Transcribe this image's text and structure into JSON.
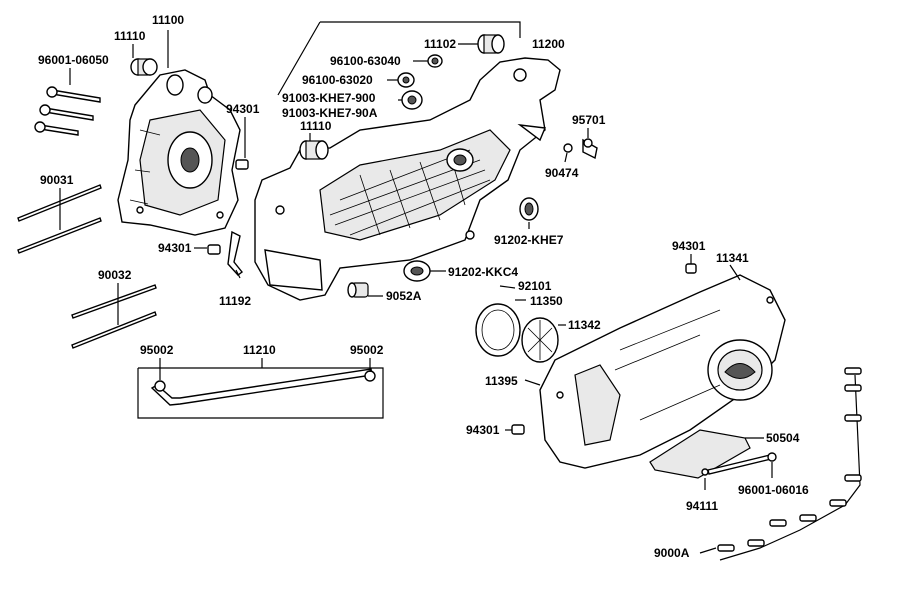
{
  "labels": {
    "l11100": "11100",
    "l11110a": "11110",
    "l96001_06050": "96001-06050",
    "l94301a": "94301",
    "l90031": "90031",
    "l94301b": "94301",
    "l90032": "90032",
    "l11192": "11192",
    "l11102": "11102",
    "l11200": "11200",
    "l96100_63040": "96100-63040",
    "l96100_63020": "96100-63020",
    "l91003_khe7_900": "91003-KHE7-900",
    "l91003_khe7_90a": "91003-KHE7-90A",
    "l11110b": "11110",
    "l95701": "95701",
    "l90474": "90474",
    "l91202_khe7": "91202-KHE7",
    "l91202_kkc4": "91202-KKC4",
    "l9052a": "9052A",
    "l94301c": "94301",
    "l11341": "11341",
    "l92101": "92101",
    "l11350": "11350",
    "l11342": "11342",
    "l11395": "11395",
    "l94301d": "94301",
    "l50504": "50504",
    "l94111": "94111",
    "l96001_06016": "96001-06016",
    "l9000a": "9000A",
    "l95002a": "95002",
    "l11210": "11210",
    "l95002b": "95002"
  }
}
